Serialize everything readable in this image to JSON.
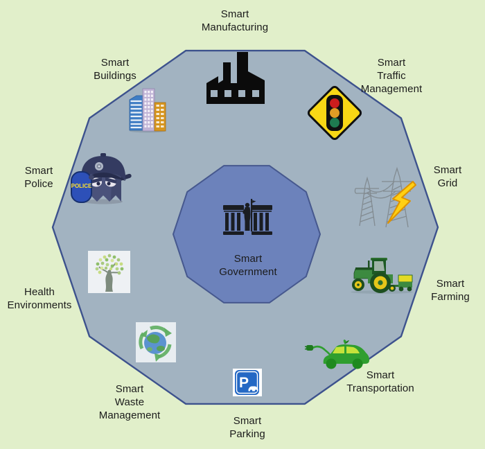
{
  "diagram": {
    "center": {
      "label": "Smart\nGovernment",
      "icon": "government-building-icon"
    },
    "nodes": [
      {
        "id": "manufacturing",
        "label": "Smart\nManufacturing",
        "icon": "factory-icon"
      },
      {
        "id": "traffic",
        "label": "Smart\nTraffic\nManagement",
        "icon": "traffic-light-sign-icon"
      },
      {
        "id": "grid",
        "label": "Smart\nGrid",
        "icon": "power-transmission-towers-icon"
      },
      {
        "id": "farming",
        "label": "Smart\nFarming",
        "icon": "tractor-icon"
      },
      {
        "id": "transportation",
        "label": "Smart\nTransportation",
        "icon": "electric-car-icon"
      },
      {
        "id": "parking",
        "label": "Smart\nParking",
        "icon": "parking-sign-icon",
        "sign_letter": "P"
      },
      {
        "id": "waste",
        "label": "Smart\nWaste\nManagement",
        "icon": "recycle-earth-icon"
      },
      {
        "id": "health",
        "label": "Health\nEnvironments",
        "icon": "tree-icon"
      },
      {
        "id": "police",
        "label": "Smart\nPolice",
        "icon": "police-ghost-icon",
        "shield_text": "POLICE"
      },
      {
        "id": "buildings",
        "label": "Smart\nBuildings",
        "icon": "skyscrapers-icon"
      }
    ],
    "colors": {
      "background": "#e1efca",
      "outer_polygon": "#a2b3c1",
      "outer_border": "#3d528d",
      "inner_polygon": "#6c82bb",
      "inner_border": "#46588e",
      "text": "#1b1b1b"
    }
  }
}
